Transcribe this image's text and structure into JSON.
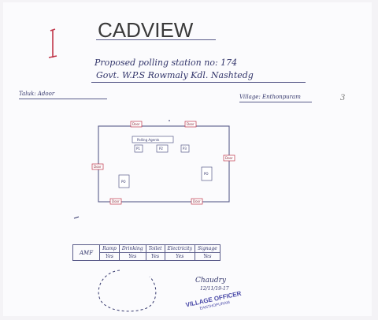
{
  "document": {
    "title": "CADVIEW",
    "heading_line1": "Proposed polling station no: 174",
    "heading_line2": "Govt. W.P.S Rowmaly Kdl. Nashtedg",
    "taluk": "Taluk: Adoor",
    "village": "Village: Enthonpuram",
    "margin_mark": "3"
  },
  "plan": {
    "door_labels": [
      "Door",
      "Door",
      "Door",
      "Door",
      "Door",
      "Door"
    ],
    "center_labels": [
      "Polling Agents",
      "P1",
      "P2",
      "P3",
      "PO",
      "PO"
    ]
  },
  "amf_table": {
    "columns": [
      "AMF",
      "Ramp",
      "Drinking",
      "Toilet",
      "Electricity",
      "Signage"
    ],
    "values": [
      "",
      "Yes",
      "Yes",
      "Yes",
      "Yes",
      "Yes"
    ]
  },
  "signature": {
    "name": "Chaudry",
    "date": "12/11/19-17"
  },
  "stamp": {
    "line1": "VILLAGE OFFICER",
    "line2": "EANTHOPURAM"
  },
  "colors": {
    "ink": "#33366b",
    "red_ink": "#c0364a",
    "stamp": "#4a4aa8"
  }
}
